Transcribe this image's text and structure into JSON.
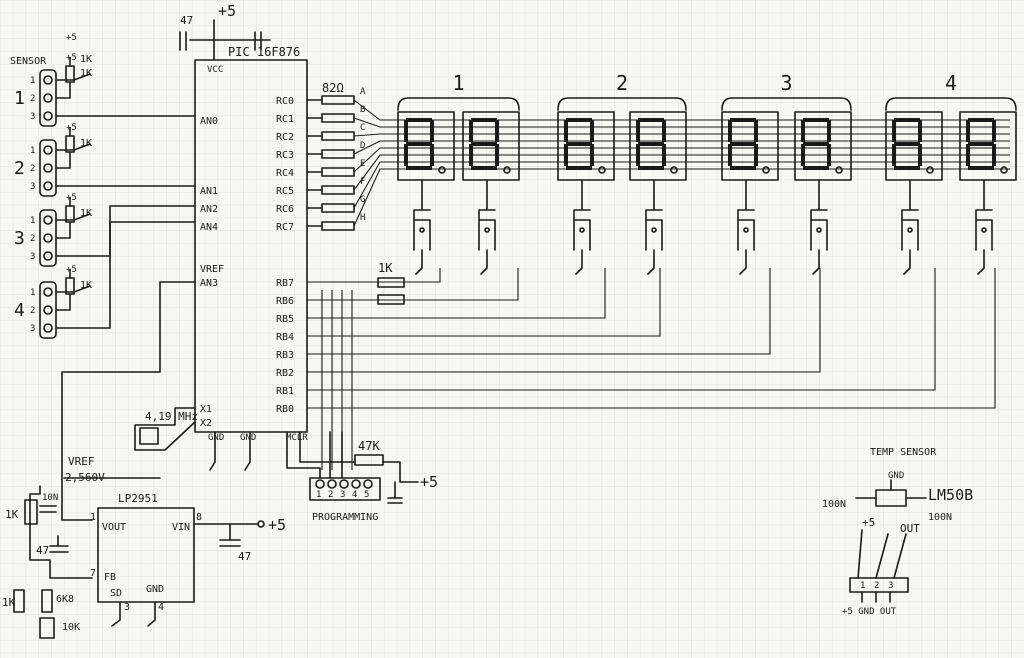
{
  "sensor_header": {
    "label": "SENSOR",
    "r1": "1K",
    "plus": "+5"
  },
  "sensors": [
    {
      "num": "1",
      "res": "1K",
      "plus": "+5"
    },
    {
      "num": "2",
      "res": "1K",
      "plus": "+5"
    },
    {
      "num": "3",
      "res": "1K",
      "plus": "+5"
    },
    {
      "num": "4",
      "res": "1K",
      "plus": "+5"
    }
  ],
  "pins123": [
    "1",
    "2",
    "3"
  ],
  "mcu": {
    "name": "PIC 16F876",
    "vcc": "VCC",
    "cap": "47",
    "plus": "+5",
    "left_pins": [
      "AN0",
      "AN1",
      "AN2",
      "AN4",
      "VREF",
      "AN3",
      "X1",
      "X2"
    ],
    "bottom_pins": [
      "GND",
      "GND",
      "MCLR"
    ],
    "rc_pins": [
      "RC0",
      "RC1",
      "RC2",
      "RC3",
      "RC4",
      "RC5",
      "RC6",
      "RC7"
    ],
    "rb_pins": [
      "RB7",
      "RB6",
      "RB5",
      "RB4",
      "RB3",
      "RB2",
      "RB1",
      "RB0"
    ]
  },
  "seg_resistor": "82Ω",
  "seg_letters": [
    "A",
    "B",
    "C",
    "D",
    "E",
    "F",
    "G",
    "H"
  ],
  "rb_resistor": "1K",
  "crystal": "4,19 MHz",
  "digit_groups": [
    "1",
    "2",
    "3",
    "4"
  ],
  "programming": {
    "label": "PROGRAMMING",
    "res": "47K",
    "plus": "+5",
    "pins": [
      "1",
      "2",
      "3",
      "4",
      "5"
    ]
  },
  "vref": {
    "label": "VREF",
    "value": "2,560V",
    "cap": "10N",
    "cap2": "47",
    "r_top": "1K",
    "r_mid": "1K",
    "r_mid2": "6K8",
    "trim": "10K"
  },
  "regulator": {
    "name": "LP2951",
    "vout": "VOUT",
    "vin": "VIN",
    "fb": "FB",
    "sd": "SD",
    "gnd": "GND",
    "p1": "1",
    "p8": "8",
    "p7": "7",
    "p3": "3",
    "p4": "4",
    "out_plus": "+5",
    "cap": "47"
  },
  "temp": {
    "title": "TEMP SENSOR",
    "gnd": "GND",
    "part": "LM50B",
    "c1": "100N",
    "c2": "100N",
    "plus": "+5",
    "out": "OUT",
    "pins": [
      "1",
      "2",
      "3"
    ],
    "pinout": "+5  GND  OUT"
  }
}
